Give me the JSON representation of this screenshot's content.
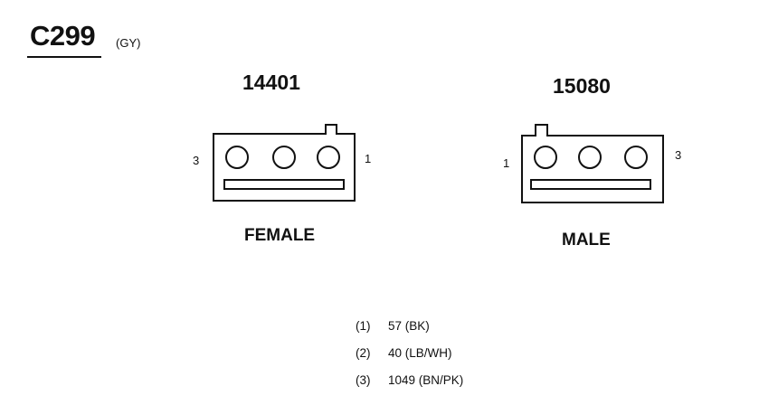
{
  "connector": {
    "id": "C299",
    "color_code": "(GY)"
  },
  "female": {
    "part_number": "14401",
    "label": "FEMALE",
    "pin_left": "3",
    "pin_right": "1"
  },
  "male": {
    "part_number": "15080",
    "label": "MALE",
    "pin_left": "1",
    "pin_right": "3"
  },
  "pins": [
    {
      "number": "(1)",
      "circuit": "57 (BK)"
    },
    {
      "number": "(2)",
      "circuit": "40 (LB/WH)"
    },
    {
      "number": "(3)",
      "circuit": "1049 (BN/PK)"
    }
  ],
  "colors": {
    "ink": "#111111",
    "background": "#ffffff"
  }
}
